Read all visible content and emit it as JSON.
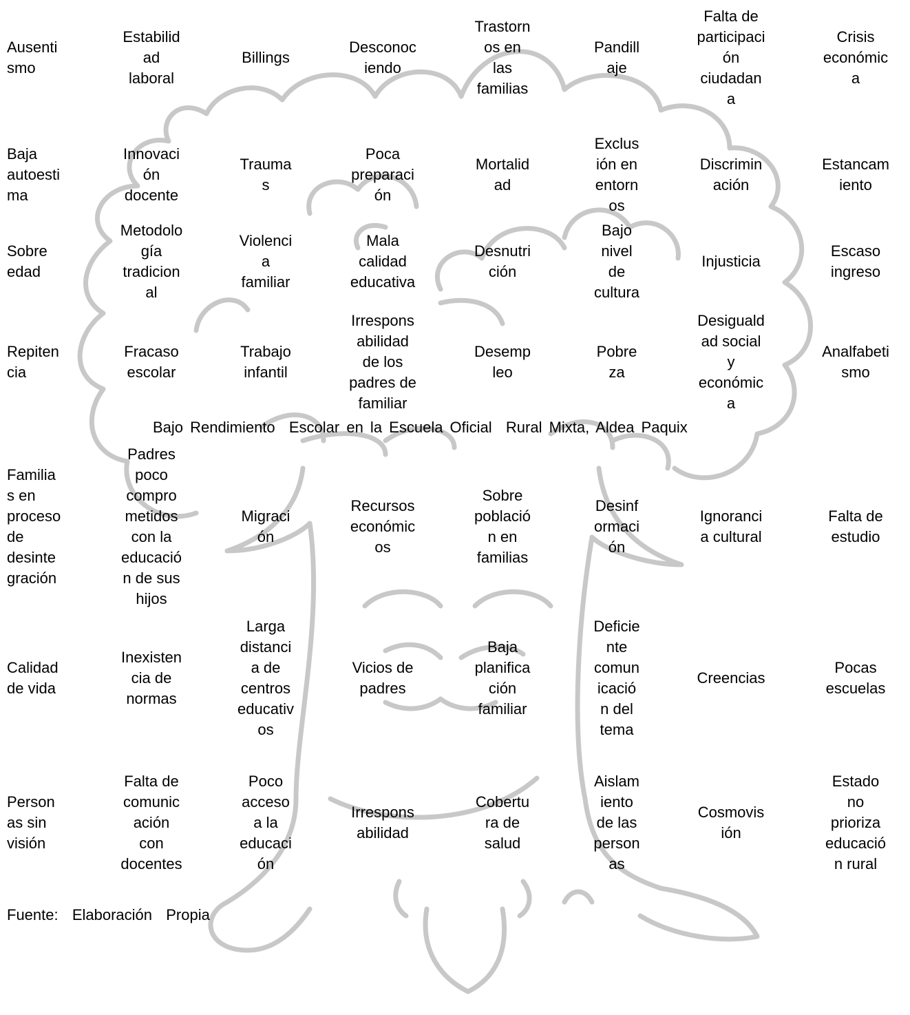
{
  "effects": [
    [
      "Ausenti\nsmo",
      "Estabilid\nad\nlaboral",
      "Billings",
      "Desconoc\niendo",
      "Trastorn\nos en\nlas\nfamilias",
      "Pandill\naje",
      "Falta de\nparticipaci\nón\nciudadan\na",
      "Crisis\neconómic\na"
    ],
    [
      "Baja\nautoesti\nma",
      "Innovaci\nón\ndocente",
      "Trauma\ns",
      "Poca\npreparaci\nón",
      "Mortalid\nad",
      "Exclus\nión en\nentorn\nos",
      "Discrimin\nación",
      "Estancam\niento"
    ],
    [
      "Sobre\nedad",
      "Metodolo\ngía\ntradicion\nal",
      "Violenci\na\nfamiliar",
      "Mala\ncalidad\neducativa",
      "Desnutri\nción",
      "Bajo\nnivel\nde\ncultura",
      "Injusticia",
      "Escaso\ningreso"
    ],
    [
      "Repiten\ncia",
      "Fracaso\nescolar",
      "Trabajo\ninfantil",
      "Irrespons\nabilidad\nde los\npadres de\nfamiliar",
      "Desemp\nleo",
      "Pobre\nza",
      "Desiguald\nad social\ny\neconómic\na",
      "Analfabeti\nsmo"
    ]
  ],
  "problem": "Bajo Rendimiento  Escolar en la Escuela Oficial  Rural Mixta, Aldea Paquix",
  "causes": [
    [
      "Familia\ns en\nproceso\nde\ndesinte\ngración",
      "Padres\npoco\ncompro\nmetidos\ncon la\neducació\nn de sus\nhijos",
      "Migraci\nón",
      "Recursos\neconómic\nos",
      "Sobre\npoblació\nn en\nfamilias",
      "Desinf\normaci\nón",
      "Ignoranci\na cultural",
      "Falta de\nestudio"
    ],
    [
      "Calidad\nde vida",
      "Inexisten\ncia de\nnormas",
      "Larga\ndistanci\na de\ncentros\neducativ\nos",
      "Vicios de\npadres",
      "Baja\nplanifica\nción\nfamiliar",
      "Deficie\nnte\ncomun\nicació\nn del\ntema",
      "Creencias",
      "Pocas\nescuelas"
    ],
    [
      "Person\nas sin\nvisión",
      "Falta de\ncomunic\nación\ncon\ndocentes",
      "Poco\nacceso\na la\neducaci\nón",
      "Irrespons\nabilidad",
      "Cobertu\nra de\nsalud",
      "Aislam\niento\nde las\nperson\nas",
      "Cosmovis\nión",
      "Estado\nno\nprioriza\neducació\nn rural"
    ]
  ],
  "source": "Fuente:  Elaboración  Propia",
  "colors": {
    "text": "#000000",
    "tree_outline": "#c8c8c8",
    "background": "#ffffff"
  }
}
